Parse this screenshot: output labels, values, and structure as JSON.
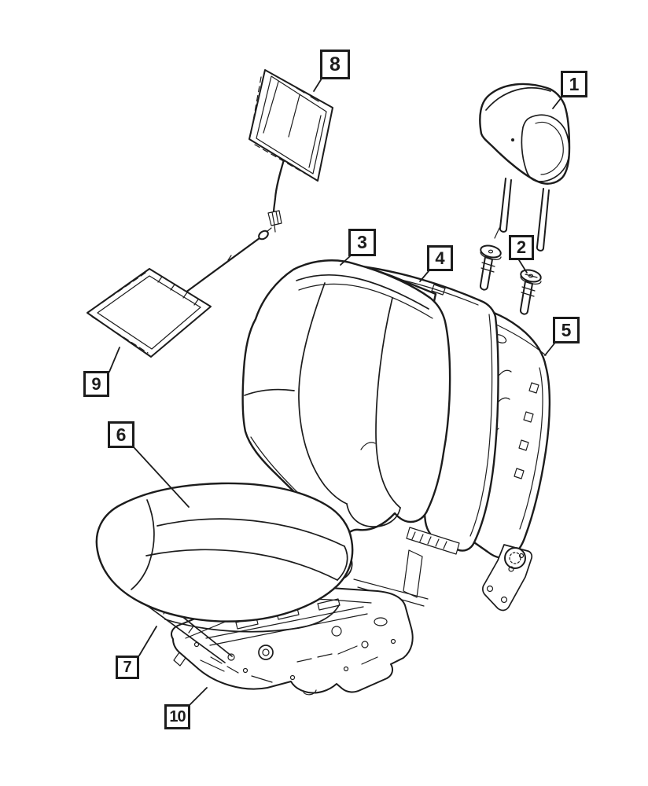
{
  "colors": {
    "background": "#ffffff",
    "line": "#1c1c1c"
  },
  "callouts": [
    {
      "label": "1"
    },
    {
      "label": "2"
    },
    {
      "label": "3"
    },
    {
      "label": "4"
    },
    {
      "label": "5"
    },
    {
      "label": "6"
    },
    {
      "label": "7"
    },
    {
      "label": "8"
    },
    {
      "label": "9"
    },
    {
      "label": "10"
    }
  ]
}
